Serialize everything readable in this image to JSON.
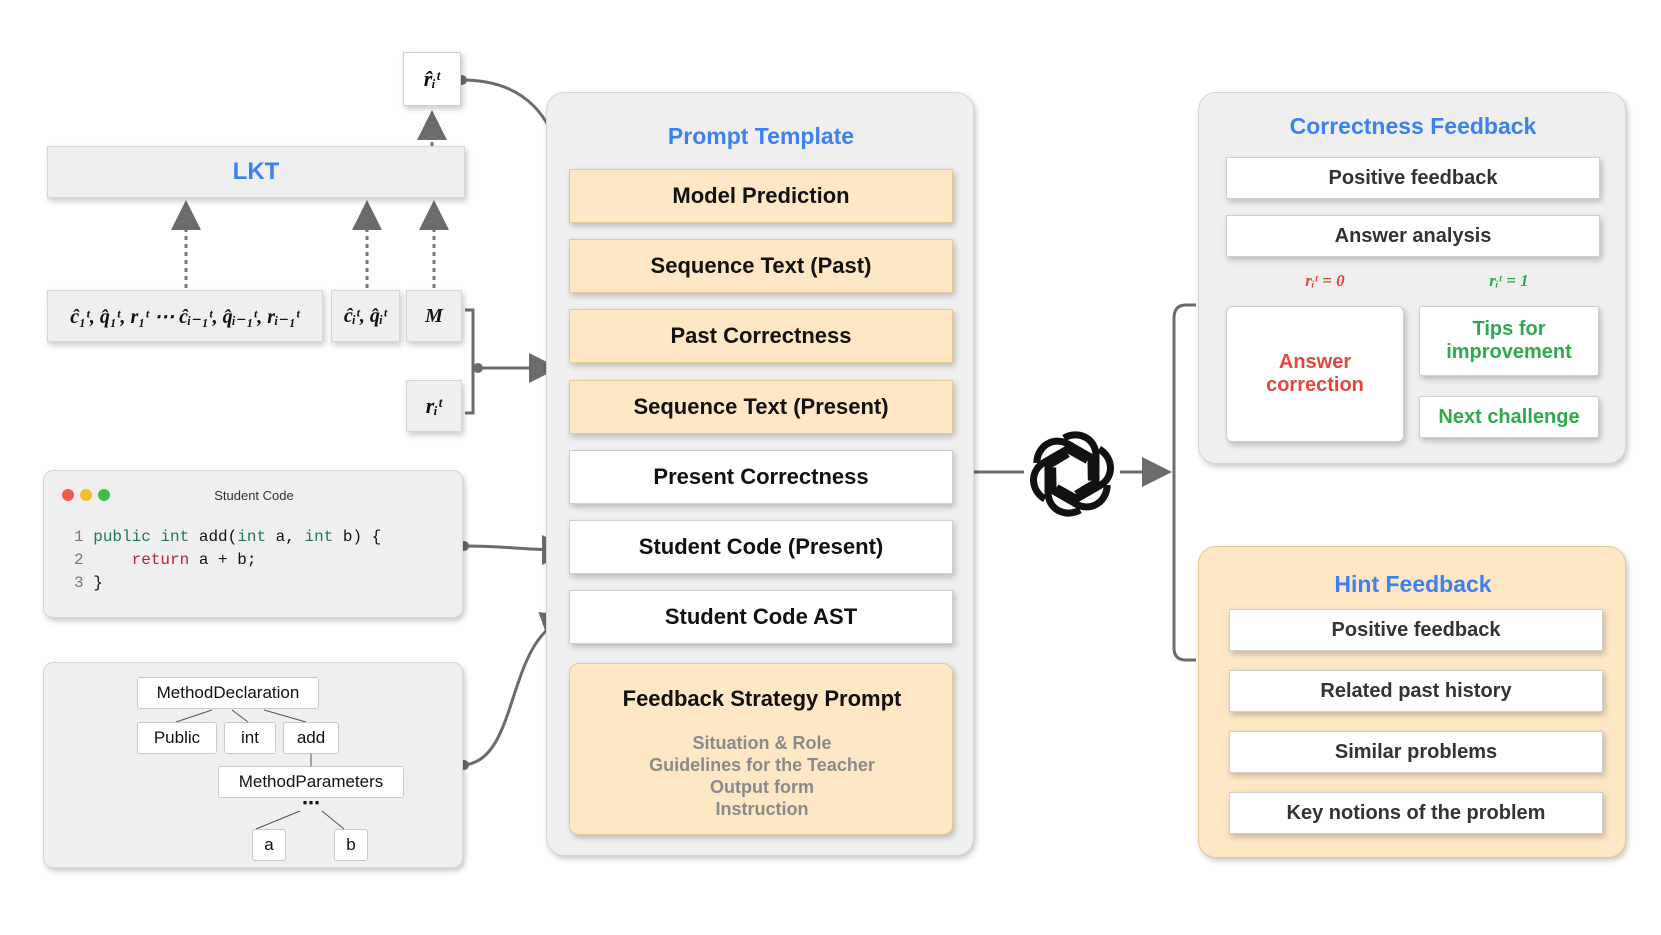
{
  "lkt": {
    "label": "LKT",
    "output_label": "r̂ᵢᵗ",
    "inputs": {
      "history": "ĉ₁ᵗ, q̂₁ᵗ, r₁ᵗ ⋯ ĉᵢ₋₁ᵗ, q̂ᵢ₋₁ᵗ, rᵢ₋₁ᵗ",
      "current": "ĉᵢᵗ, q̂ᵢᵗ",
      "model": "M",
      "present_correctness": "rᵢᵗ"
    }
  },
  "student_code": {
    "window_title": "Student Code",
    "lines": [
      {
        "num": "1",
        "parts": [
          {
            "t": "public ",
            "c": "kw"
          },
          {
            "t": "int ",
            "c": "kw"
          },
          {
            "t": "add(",
            "c": ""
          },
          {
            "t": "int ",
            "c": "kw"
          },
          {
            "t": "a, ",
            "c": ""
          },
          {
            "t": "int ",
            "c": "kw"
          },
          {
            "t": "b) {",
            "c": ""
          }
        ]
      },
      {
        "num": "2",
        "parts": [
          {
            "t": "    ",
            "c": ""
          },
          {
            "t": "return ",
            "c": "kw2"
          },
          {
            "t": "a + b;",
            "c": ""
          }
        ]
      },
      {
        "num": "3",
        "parts": [
          {
            "t": "}",
            "c": ""
          }
        ]
      }
    ]
  },
  "ast": {
    "root": "MethodDeclaration",
    "children": [
      "Public",
      "int",
      "add"
    ],
    "params": "MethodParameters",
    "ellipsis": "⋯",
    "leaves": [
      "a",
      "b"
    ]
  },
  "prompt_template": {
    "title": "Prompt Template",
    "items": [
      {
        "label": "Model Prediction",
        "style": "orange"
      },
      {
        "label": "Sequence Text (Past)",
        "style": "orange"
      },
      {
        "label": "Past Correctness",
        "style": "orange"
      },
      {
        "label": "Sequence Text (Present)",
        "style": "orange"
      },
      {
        "label": "Present Correctness",
        "style": "white"
      },
      {
        "label": "Student Code (Present)",
        "style": "white"
      },
      {
        "label": "Student Code AST",
        "style": "white"
      }
    ],
    "strategy": {
      "title": "Feedback Strategy Prompt",
      "lines": [
        "Situation & Role",
        "Guidelines for the Teacher",
        "Output form",
        "Instruction"
      ]
    }
  },
  "correctness_feedback": {
    "title": "Correctness Feedback",
    "items": [
      "Positive feedback",
      "Answer analysis"
    ],
    "cond_wrong": "rᵢᵗ = 0",
    "cond_right": "rᵢᵗ = 1",
    "wrong_item": "Answer correction",
    "right_items": [
      "Tips for improvement",
      "Next challenge"
    ]
  },
  "hint_feedback": {
    "title": "Hint Feedback",
    "items": [
      "Positive feedback",
      "Related past history",
      "Similar problems",
      "Key notions of the problem"
    ]
  },
  "colors": {
    "title_blue": "#3b82f0",
    "orange_fill": "#fde7c4",
    "red": "#e8453c",
    "green": "#2fa84f"
  }
}
